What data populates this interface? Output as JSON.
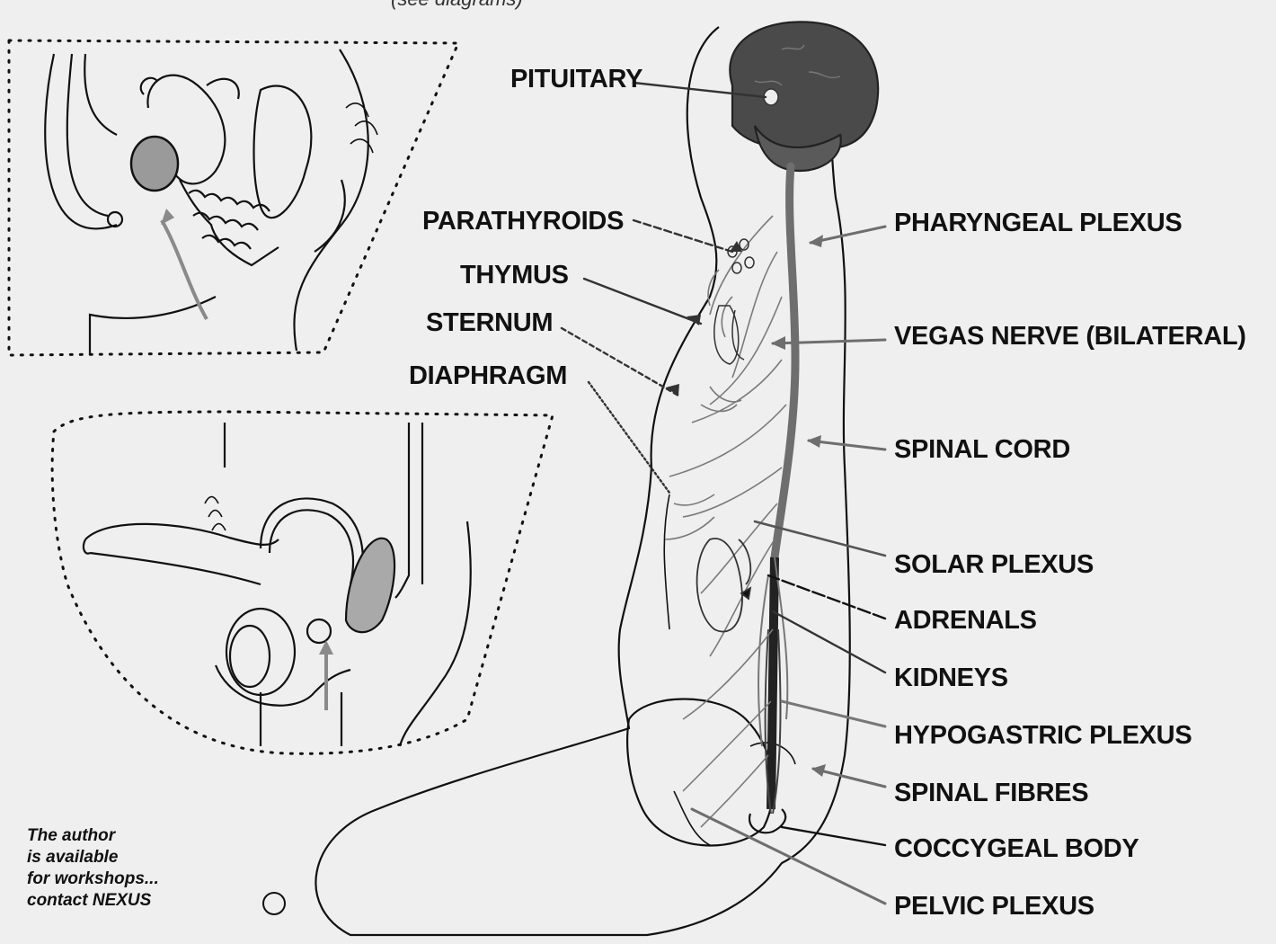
{
  "caption": "(see diagrams)",
  "labels": {
    "pituitary": "PITUITARY",
    "parathyroids": "PARATHYROIDS",
    "thymus": "THYMUS",
    "sternum": "STERNUM",
    "diaphragm": "DIAPHRAGM",
    "pharyngeal_plexus": "PHARYNGEAL PLEXUS",
    "vegas_nerve": "VEGAS NERVE (BILATERAL)",
    "spinal_cord": "SPINAL CORD",
    "solar_plexus": "SOLAR PLEXUS",
    "adrenals": "ADRENALS",
    "kidneys": "KIDNEYS",
    "hypogastric_plexus": "HYPOGASTRIC PLEXUS",
    "spinal_fibres": "SPINAL FIBRES",
    "coccygeal_body": "COCCYGEAL BODY",
    "pelvic_plexus": "PELVIC PLEXUS"
  },
  "note_lines": [
    "The author",
    "is available",
    "for workshops...",
    "contact NEXUS"
  ],
  "colors": {
    "ink": "#111111",
    "nerve": "#6e6e6e",
    "brain": "#4a4a4a",
    "paper": "#efefef"
  }
}
